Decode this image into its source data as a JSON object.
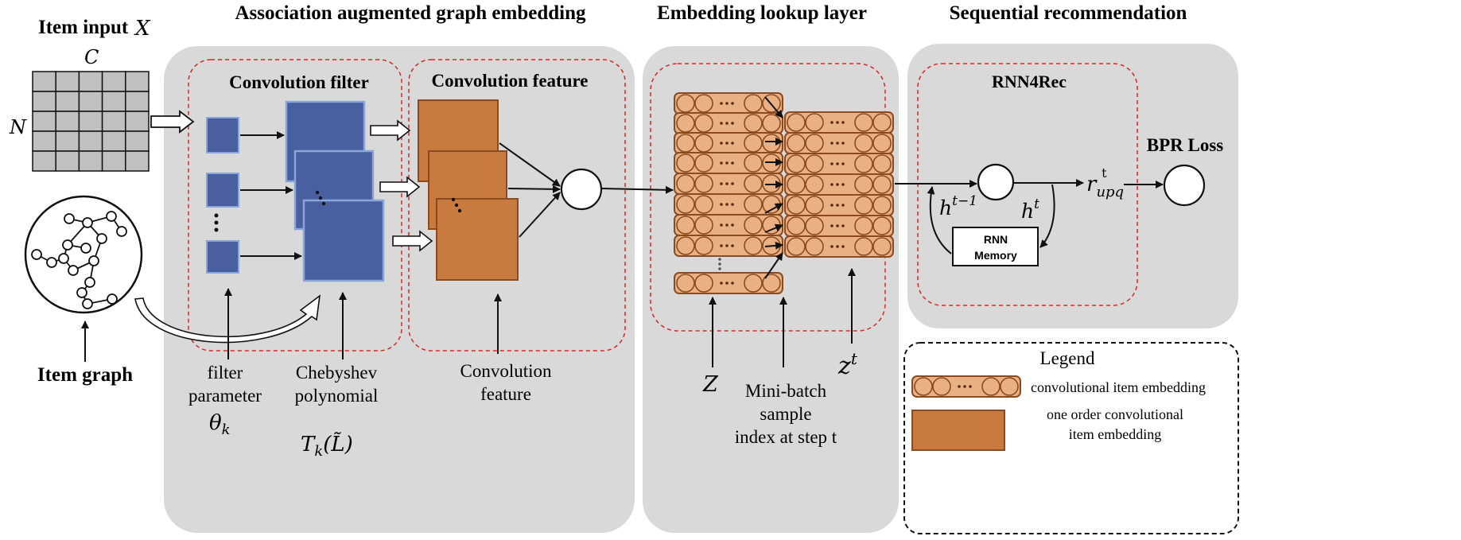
{
  "sections": {
    "item_input": "Item input",
    "item_input_symbol": "X",
    "association": "Association augmented graph embedding",
    "embedding_lookup": "Embedding lookup layer",
    "sequential": "Sequential recommendation"
  },
  "matrix": {
    "cols_symbol": "C",
    "rows_symbol": "N"
  },
  "item_graph": "Item graph",
  "conv_filter": {
    "title": "Convolution filter",
    "filter_label_1": "filter",
    "filter_label_2": "parameter",
    "filter_symbol": "θ",
    "filter_symbol_sub": "k",
    "cheb_label_1": "Chebyshev",
    "cheb_label_2": "polynomial",
    "cheb_symbol": "T",
    "cheb_symbol_sub": "k",
    "cheb_arg": "(L̃)"
  },
  "conv_feature": {
    "title": "Convolution feature",
    "label_1": "Convolution",
    "label_2": "feature"
  },
  "lookup": {
    "z_symbol": "Z",
    "zt_symbol": "z",
    "zt_sup": "t",
    "mini_1": "Mini-batch",
    "mini_2": "sample",
    "mini_3": "index at step t"
  },
  "rnn": {
    "title": "RNN4Rec",
    "memory_1": "RNN",
    "memory_2": "Memory",
    "h_prev": "h",
    "h_prev_sup": "t−1",
    "h_cur": "h",
    "h_cur_sup": "t",
    "r_symbol": "r",
    "r_sub": "upq",
    "r_sup": "t",
    "bpr": "BPR Loss"
  },
  "legend": {
    "title": "Legend",
    "item1": "convolutional item embedding",
    "item2_1": "one order convolutional",
    "item2_2": "item embedding"
  },
  "colors": {
    "panel_gray": "#d9d9d9",
    "dashed_red": "#d62828",
    "blue_fill": "#4a5fa0",
    "blue_stroke": "#8aa6d8",
    "orange_fill": "#c97a3e",
    "orange_stroke": "#8c4a20",
    "bead_fill": "#e8b083",
    "matrix_cell": "#c0c0c0"
  }
}
